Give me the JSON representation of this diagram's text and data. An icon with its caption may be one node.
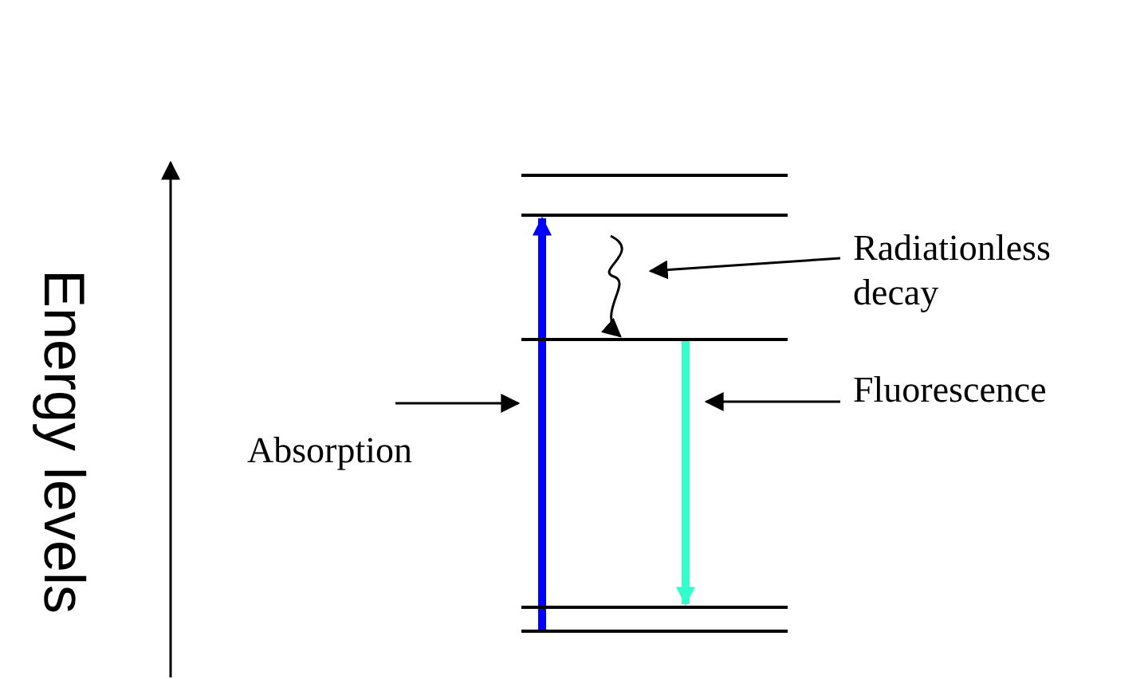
{
  "diagram": {
    "nodes": [
      {
        "text": [],
        "shape": "bar"
      },
      {
        "text": [],
        "shape": "bar"
      },
      {
        "text": [],
        "shape": "bar"
      },
      {
        "text": [],
        "shape": "bar"
      },
      {
        "text": [],
        "shape": "bar"
      },
      {
        "text": [
          "Radiationless decay"
        ]
      },
      {
        "text": [
          "Fluorescence"
        ]
      },
      {
        "text": [
          "Absorption"
        ]
      }
    ],
    "edges": [
      {
        "from": 4,
        "to": 1,
        "arrow": "to",
        "style": "thick",
        "color": "#0000ff"
      },
      {
        "from": 1,
        "to": 2,
        "arrow": "to"
      },
      {
        "from": 2,
        "to": 3,
        "arrow": "to",
        "style": "thick",
        "color": "#33ffcc"
      },
      {
        "from": 5,
        "to": null,
        "arrow": "to"
      },
      {
        "from": 6,
        "to": null,
        "arrow": "to"
      },
      {
        "from": 7,
        "to": null,
        "arrow": "to"
      }
    ],
    "labels": [
      "Energy levels"
    ]
  }
}
